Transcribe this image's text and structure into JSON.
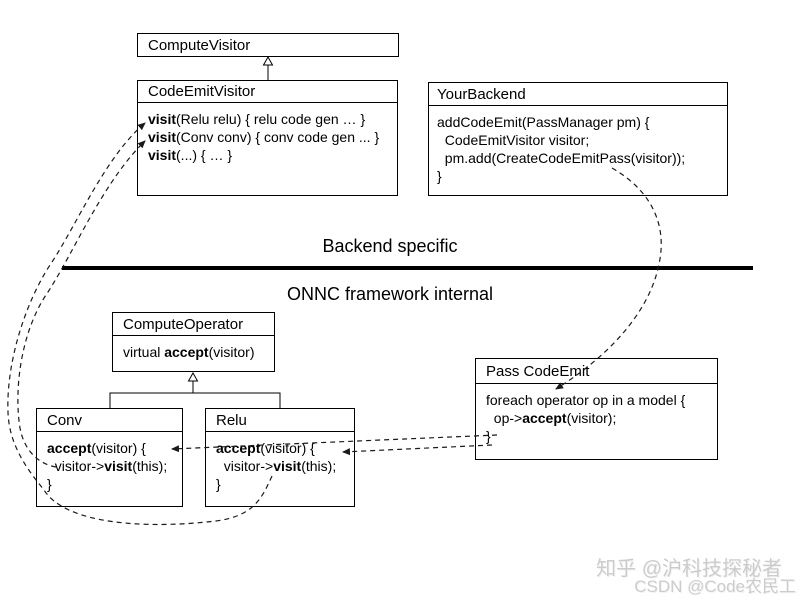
{
  "boxes": {
    "compute_visitor": {
      "title": "ComputeVisitor"
    },
    "code_emit_visitor": {
      "title": "CodeEmitVisitor",
      "lines": [
        [
          {
            "t": "visit",
            "b": 1
          },
          {
            "t": "(Relu relu) { relu code gen … }"
          }
        ],
        [
          {
            "t": "visit",
            "b": 1
          },
          {
            "t": "(Conv conv) { conv code gen ... }"
          }
        ],
        [
          {
            "t": "visit",
            "b": 1
          },
          {
            "t": "(...) { … }"
          }
        ]
      ]
    },
    "your_backend": {
      "title": "YourBackend",
      "lines": [
        [
          {
            "t": "addCodeEmit(PassManager pm) {"
          }
        ],
        [
          {
            "t": "  CodeEmitVisitor visitor;"
          }
        ],
        [
          {
            "t": "  pm.add(CreateCodeEmitPass(visitor));"
          }
        ],
        [
          {
            "t": "}"
          }
        ]
      ]
    },
    "compute_operator": {
      "title": "ComputeOperator",
      "lines": [
        [
          {
            "t": "virtual "
          },
          {
            "t": "accept",
            "b": 1
          },
          {
            "t": "(visitor)"
          }
        ]
      ]
    },
    "conv": {
      "title": "Conv",
      "lines": [
        [
          {
            "t": "accept",
            "b": 1
          },
          {
            "t": "(visitor) {"
          }
        ],
        [
          {
            "t": "  visitor->"
          },
          {
            "t": "visit",
            "b": 1
          },
          {
            "t": "(this);"
          }
        ],
        [
          {
            "t": "}"
          }
        ]
      ]
    },
    "relu": {
      "title": "Relu",
      "lines": [
        [
          {
            "t": "accept",
            "b": 1
          },
          {
            "t": "(visitor) {"
          }
        ],
        [
          {
            "t": "  visitor->"
          },
          {
            "t": "visit",
            "b": 1
          },
          {
            "t": "(this);"
          }
        ],
        [
          {
            "t": "}"
          }
        ]
      ]
    },
    "pass_code_emit": {
      "title": "Pass CodeEmit",
      "lines": [
        [
          {
            "t": "foreach operator op in a model {"
          }
        ],
        [
          {
            "t": "  op->"
          },
          {
            "t": "accept",
            "b": 1
          },
          {
            "t": "(visitor);"
          }
        ],
        [
          {
            "t": "}"
          }
        ]
      ]
    }
  },
  "labels": {
    "backend_specific": "Backend specific",
    "framework_internal": "ONNC framework internal"
  },
  "watermark": {
    "line1": "知乎 @沪科技探秘者",
    "line2": "CSDN @Code农民工"
  },
  "colors": {
    "line": "#000000",
    "background": "#ffffff",
    "watermark": "#cccccc"
  }
}
